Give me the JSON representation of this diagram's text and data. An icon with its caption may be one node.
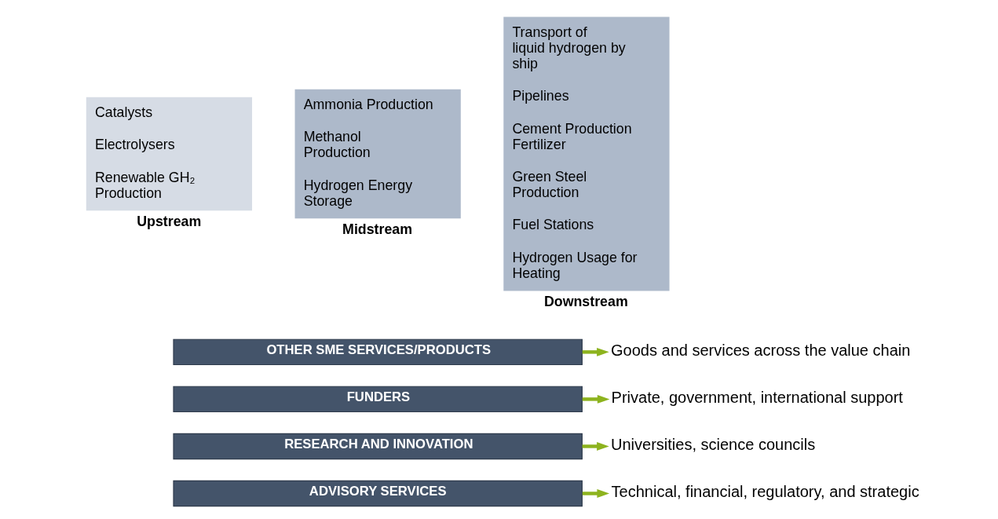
{
  "diagram": {
    "nodes": [
      {
        "text": [
          "Catalysts",
          "Electrolysers",
          "Renewable GH₂ Production"
        ],
        "beside": [
          "Upstream"
        ]
      },
      {
        "text": [
          "Ammonia Production",
          "Methanol Production",
          "Hydrogen Energy Storage"
        ],
        "beside": [
          "Midstream"
        ]
      },
      {
        "text": [
          "Transport of liquid hydrogen by ship",
          "Pipelines",
          "Cement Production Fertilizer",
          "Green Steel Production",
          "Fuel Stations",
          "Hydrogen Usage for Heating"
        ],
        "beside": [
          "Downstream"
        ]
      },
      {
        "text": [
          "OTHER SME SERVICES/PRODUCTS"
        ]
      },
      {
        "text": [
          "FUNDERS"
        ]
      },
      {
        "text": [
          "RESEARCH AND INNOVATION"
        ]
      },
      {
        "text": [
          "ADVISORY SERVICES"
        ]
      },
      {
        "text": [
          "Goods and services across the value chain"
        ]
      },
      {
        "text": [
          "Private, government, international support"
        ]
      },
      {
        "text": [
          "Universities, science councils"
        ]
      },
      {
        "text": [
          "Technical, financial, regulatory, and strategic"
        ]
      }
    ],
    "edges": [
      {
        "from": 3,
        "to": 7,
        "arrow": "to"
      },
      {
        "from": 4,
        "to": 8,
        "arrow": "to"
      },
      {
        "from": 5,
        "to": 9,
        "arrow": "to"
      },
      {
        "from": 6,
        "to": 10,
        "arrow": "to"
      }
    ]
  }
}
